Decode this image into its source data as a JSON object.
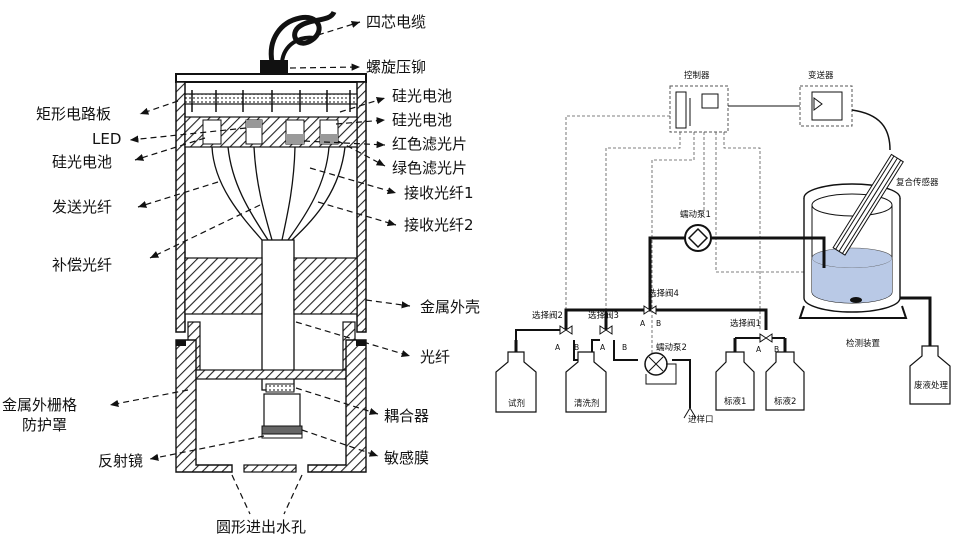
{
  "left": {
    "labels": {
      "cable": "四芯电缆",
      "gland": "螺旋压铆",
      "pcb": "矩形电路板",
      "led": "LED",
      "si_cell_left": "硅光电池",
      "send_fiber": "发送光纤",
      "comp_fiber": "补偿光纤",
      "mesh_guard": "金属外栅格\n防护罩",
      "mirror": "反射镜",
      "si_cell_1": "硅光电池",
      "si_cell_2": "硅光电池",
      "red_filter": "红色滤光片",
      "green_filter": "绿色滤光片",
      "recv_fiber_1": "接收光纤1",
      "recv_fiber_2": "接收光纤2",
      "metal_shell": "金属外壳",
      "fiber": "光纤",
      "coupler": "耦合器",
      "film": "敏感膜",
      "inlet": "圆形进出水孔"
    }
  },
  "right": {
    "labels": {
      "controller": "控制器",
      "transmitter": "变送器",
      "sensor": "复合传感器",
      "pump1": "蠕动泵1",
      "pump2": "蠕动泵2",
      "valve1": "选择阀1",
      "valve2": "选择阀2",
      "valve3": "选择阀3",
      "valve4": "选择阀4",
      "reagent": "试剂",
      "rinse": "清洗剂",
      "std1": "标液1",
      "std2": "标液2",
      "waste": "废液处理",
      "detector": "检测装置",
      "sample_port": "进样口",
      "port_a": "A",
      "port_b": "B"
    }
  },
  "colors": {
    "line": "#111111",
    "hatch": "#222222",
    "water": "#b9c9e6",
    "filter": "#9a9a9a"
  }
}
